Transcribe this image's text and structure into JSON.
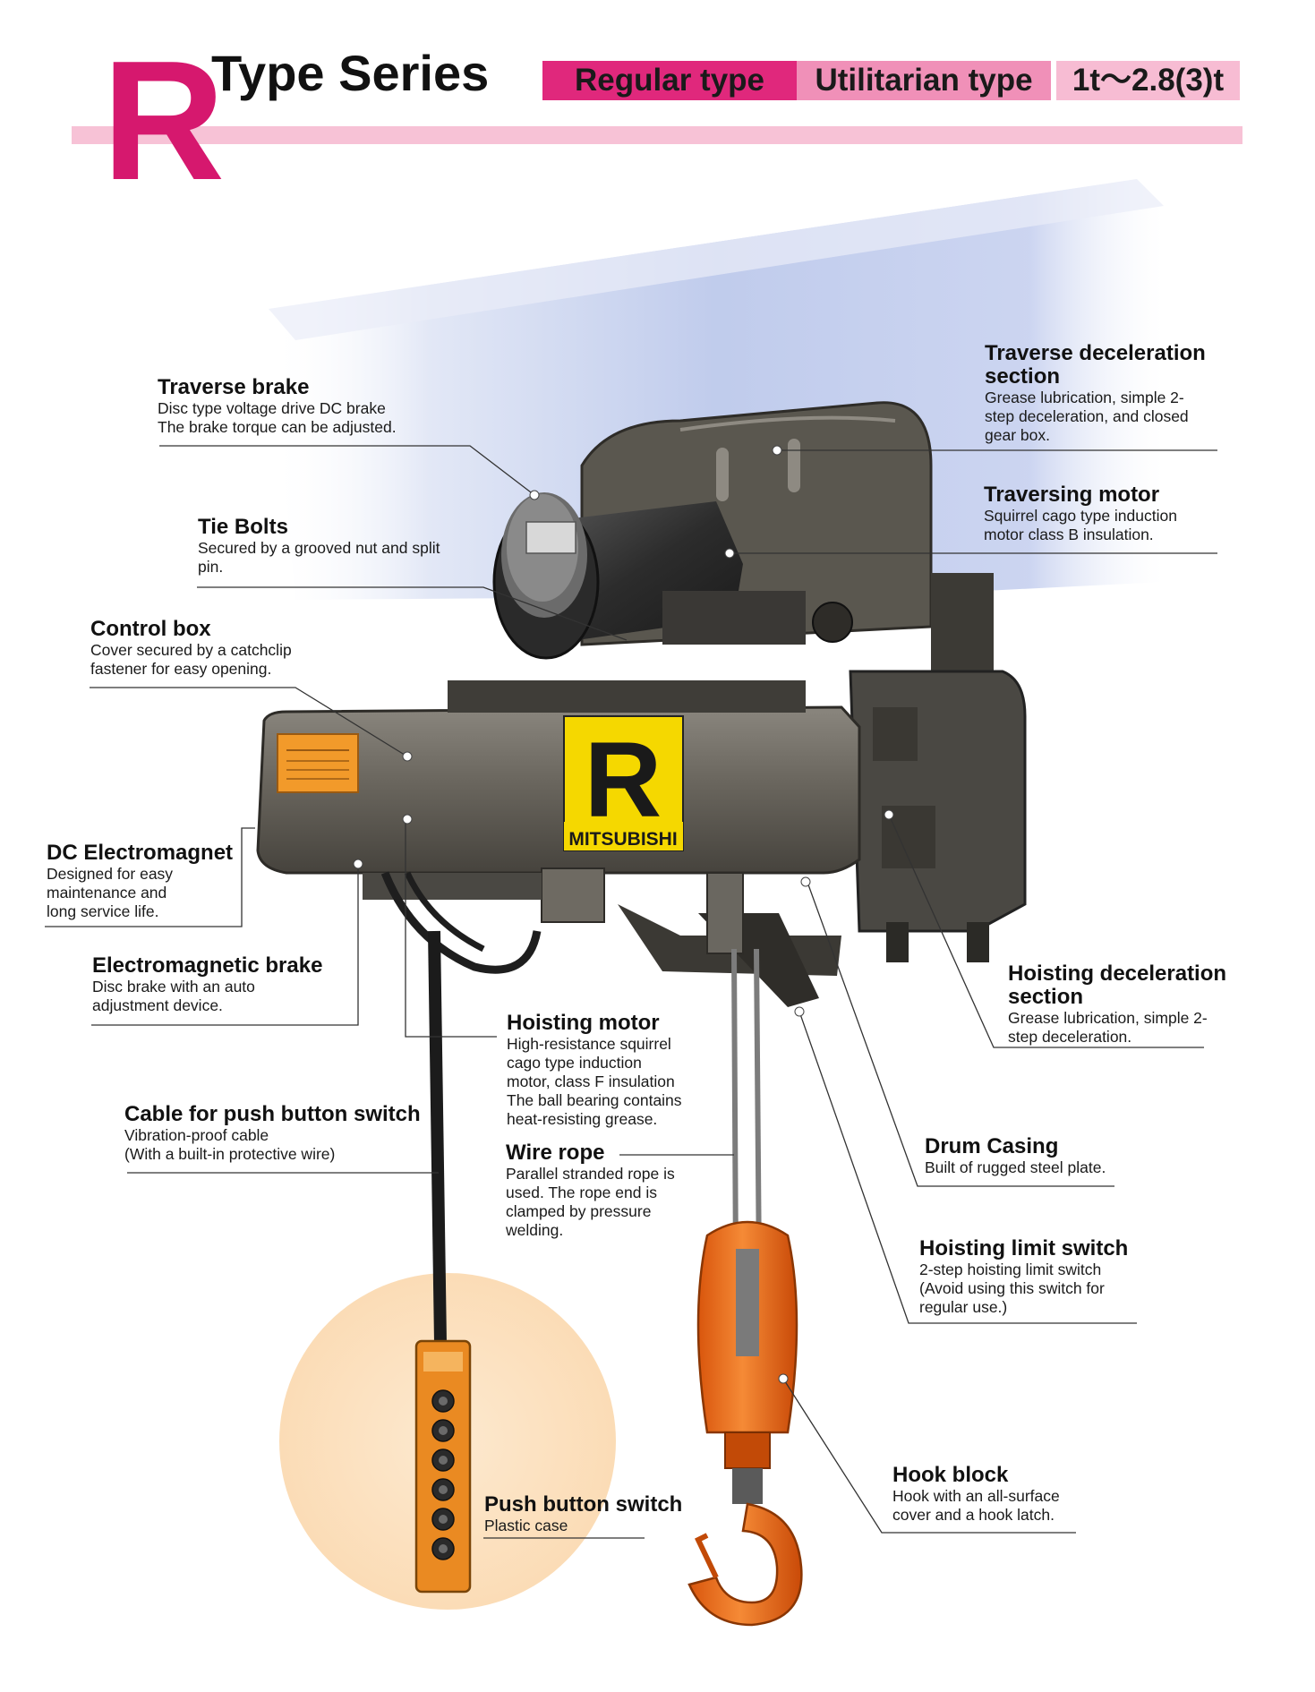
{
  "header": {
    "big_letter": "R",
    "title": "Type Series",
    "badges": [
      "Regular type",
      "Utilitarian type",
      "1t～2.8(3)t"
    ]
  },
  "product": {
    "plate_letter": "R",
    "plate_brand": "MITSUBISHI"
  },
  "callouts": [
    {
      "key": "traverse-brake",
      "title": "Traverse brake",
      "lines": [
        "Disc type voltage drive DC brake",
        "The brake torque can be adjusted."
      ]
    },
    {
      "key": "tie-bolts",
      "title": "Tie Bolts",
      "lines": [
        "Secured by a grooved nut and split",
        "pin."
      ]
    },
    {
      "key": "control-box",
      "title": "Control box",
      "lines": [
        "Cover secured by a catchclip",
        "fastener for easy opening."
      ]
    },
    {
      "key": "dc-electromagnet",
      "title": "DC Electromagnet",
      "lines": [
        "Designed for easy",
        "maintenance and",
        "long service life."
      ]
    },
    {
      "key": "electromagnetic-brake",
      "title": "Electromagnetic brake",
      "lines": [
        "Disc brake with an auto",
        "adjustment device."
      ]
    },
    {
      "key": "hoisting-motor",
      "title": "Hoisting motor",
      "lines": [
        "High-resistance squirrel",
        "cago type induction",
        "motor, class F insulation",
        "The ball bearing contains",
        "heat-resisting grease."
      ]
    },
    {
      "key": "cable-push-button",
      "title": "Cable for push button switch",
      "lines": [
        "Vibration-proof cable",
        "(With a built-in protective wire)"
      ]
    },
    {
      "key": "wire-rope",
      "title": "Wire rope",
      "lines": [
        "Parallel stranded rope is",
        "used. The rope end is",
        "clamped by pressure",
        "welding."
      ]
    },
    {
      "key": "push-button-switch",
      "title": "Push button switch",
      "lines": [
        "Plastic case"
      ]
    },
    {
      "key": "traverse-deceleration",
      "title": "Traverse  deceleration",
      "title2": "section",
      "lines": [
        "Grease lubrication, simple 2-",
        "step deceleration, and closed",
        "gear box."
      ]
    },
    {
      "key": "traversing-motor",
      "title": "Traversing  motor",
      "lines": [
        "Squirrel cago type induction",
        "motor class B insulation."
      ]
    },
    {
      "key": "hoisting-deceleration",
      "title": "Hoisting deceleration",
      "title2": "section",
      "lines": [
        "Grease lubrication, simple 2-",
        "step deceleration."
      ]
    },
    {
      "key": "drum-casing",
      "title": "Drum Casing",
      "lines": [
        "Built of rugged steel plate."
      ]
    },
    {
      "key": "hoisting-limit-switch",
      "title": "Hoisting limit switch",
      "lines": [
        "2-step hoisting limit switch",
        "(Avoid using this switch for",
        "regular use.)"
      ]
    },
    {
      "key": "hook-block",
      "title": "Hook block",
      "lines": [
        "Hook with an all-surface",
        "cover and a hook latch."
      ]
    }
  ],
  "colors": {
    "magenta": "#d6186e",
    "badge_regular": "#e0287c",
    "badge_utilitarian": "#f090b8",
    "badge_capacity": "#f7bcd3",
    "rule_pink": "#f7c2d6",
    "plate_yellow": "#f5d800",
    "hoist_gray": "#5f5c55",
    "hook_orange": "#ee6d1a",
    "pendant_orange": "#ea8a22",
    "pendant_backdrop": "#fbe2c4",
    "beam_blue": "#bcc8ea"
  }
}
